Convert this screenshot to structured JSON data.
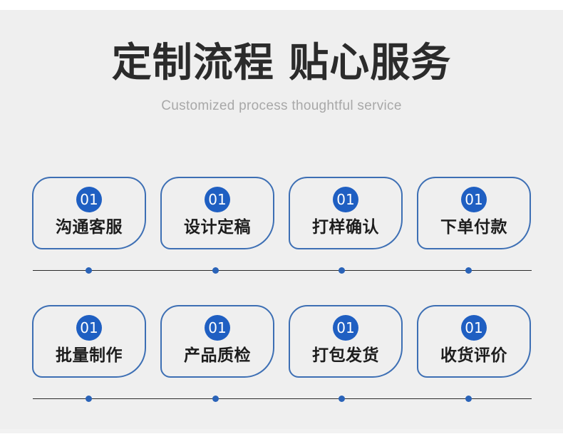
{
  "header": {
    "title": "定制流程 贴心服务",
    "subtitle": "Customized process thoughtful service"
  },
  "colors": {
    "background": "#efefef",
    "card_border": "#3d6fb4",
    "badge_fill": "#1f5fc2",
    "badge_text": "#ffffff",
    "label_text": "#1d1d1d",
    "title_text": "#2b2b2b",
    "subtitle_text": "#a8a8a8",
    "track_line": "#2b2b2b",
    "track_dot": "#2a63b8"
  },
  "rows": [
    {
      "name": "row-1",
      "steps": [
        {
          "number": "01",
          "label": "沟通客服"
        },
        {
          "number": "01",
          "label": "设计定稿"
        },
        {
          "number": "01",
          "label": "打样确认"
        },
        {
          "number": "01",
          "label": "下单付款"
        }
      ]
    },
    {
      "name": "row-2",
      "steps": [
        {
          "number": "01",
          "label": "批量制作"
        },
        {
          "number": "01",
          "label": "产品质检"
        },
        {
          "number": "01",
          "label": "打包发货"
        },
        {
          "number": "01",
          "label": "收货评价"
        }
      ]
    }
  ]
}
